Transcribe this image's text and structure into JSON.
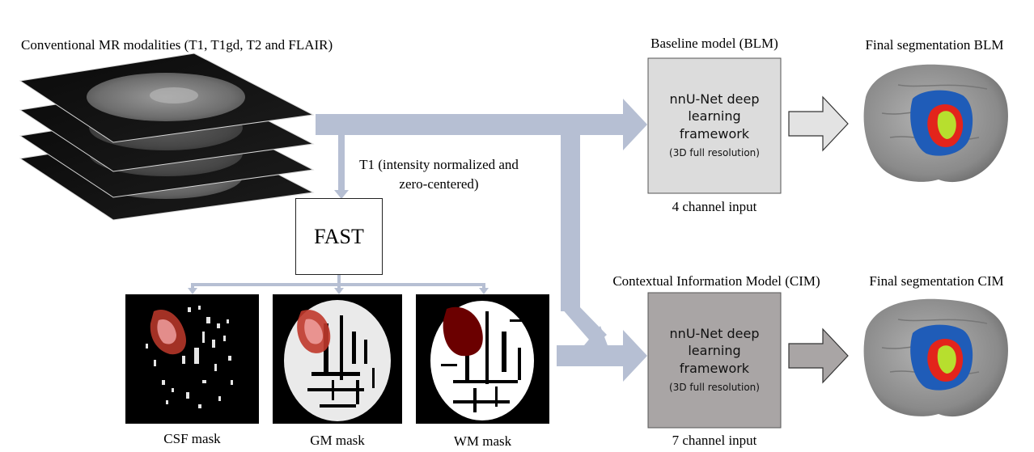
{
  "inputs": {
    "modalities_label": "Conventional MR modalities (T1, T1gd, T2 and FLAIR)",
    "t1_note_line1": "T1 (intensity normalized and",
    "t1_note_line2": "zero-centered)"
  },
  "fast": {
    "label": "FAST"
  },
  "masks": [
    {
      "label": "CSF mask"
    },
    {
      "label": "GM mask"
    },
    {
      "label": "WM mask"
    }
  ],
  "blm": {
    "title": "Baseline model (BLM)",
    "box_line1": "nnU-Net deep",
    "box_line2": "learning",
    "box_line3": "framework",
    "box_sub": "(3D full resolution)",
    "input_label": "4 channel input",
    "output_label": "Final segmentation BLM",
    "box_color": "#dcdcdc"
  },
  "cim": {
    "title": "Contextual Information Model (CIM)",
    "box_line1": "nnU-Net deep",
    "box_line2": "learning",
    "box_line3": "framework",
    "box_sub": "(3D full resolution)",
    "input_label": "7 channel input",
    "output_label": "Final segmentation CIM",
    "box_color": "#a9a5a5"
  },
  "colors": {
    "arrow": "#b6bfd3",
    "tumor_edema": "#1f5cb8",
    "tumor_core": "#e3241b",
    "tumor_enhancing": "#b7df2e",
    "mask_highlight": "#c0392b"
  }
}
